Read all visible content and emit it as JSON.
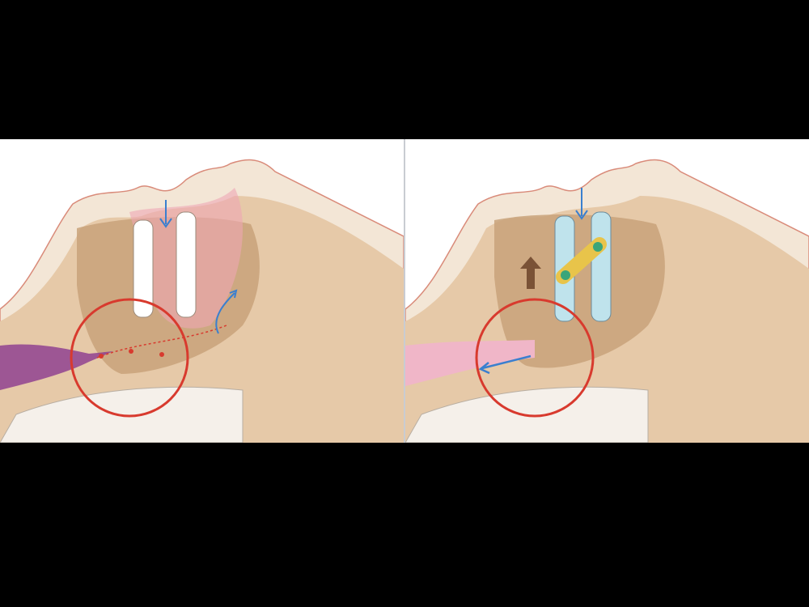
{
  "figure": {
    "panels": [
      {
        "id": "left",
        "state": "airway-obstructed",
        "device": "none"
      },
      {
        "id": "right",
        "state": "airway-open",
        "device": "mandibular-advancement-device"
      }
    ],
    "colors": {
      "background": "#000000",
      "skin": "#e6c9a8",
      "skin_light": "#f3e6d6",
      "jaw": "#c8a27a",
      "tissue_pink": "#efa7b4",
      "airway_purple": "#8b3a8f",
      "airway_pink": "#f0b6c8",
      "highlight_circle": "#d83a2e",
      "arrow_blue": "#3a7fcf",
      "teeth_white": "#ffffff",
      "teeth_device": "#bfe3ec",
      "device_band": "#e8c44a",
      "device_knob": "#3aa57a",
      "advance_arrow": "#7a5236"
    }
  }
}
